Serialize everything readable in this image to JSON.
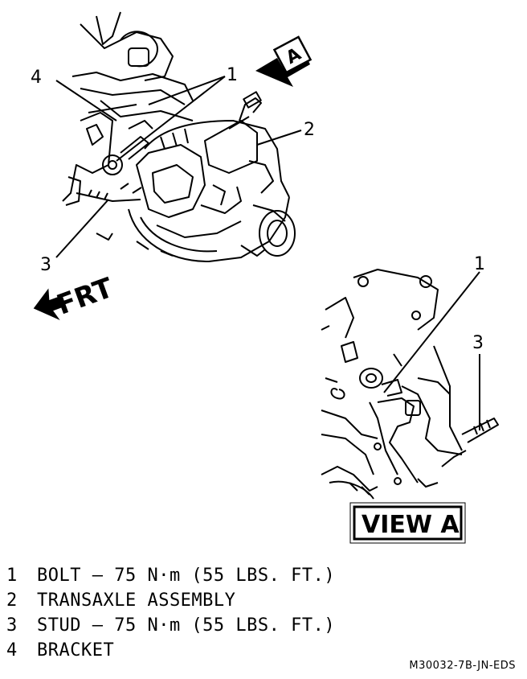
{
  "callouts": {
    "c1": "1",
    "c2": "2",
    "c3": "3",
    "c4": "4",
    "view_c1": "1",
    "view_c3": "3"
  },
  "direction_label": "FRT",
  "view_arrow_label": "A",
  "view_label": "VIEW A",
  "legend": [
    {
      "num": "1",
      "text": "BOLT – 75 N·m (55 LBS. FT.)"
    },
    {
      "num": "2",
      "text": "TRANSAXLE ASSEMBLY"
    },
    {
      "num": "3",
      "text": "STUD – 75 N·m (55 LBS. FT.)"
    },
    {
      "num": "4",
      "text": "BRACKET"
    }
  ],
  "part_code": "M30032-7B-JN-EDS"
}
